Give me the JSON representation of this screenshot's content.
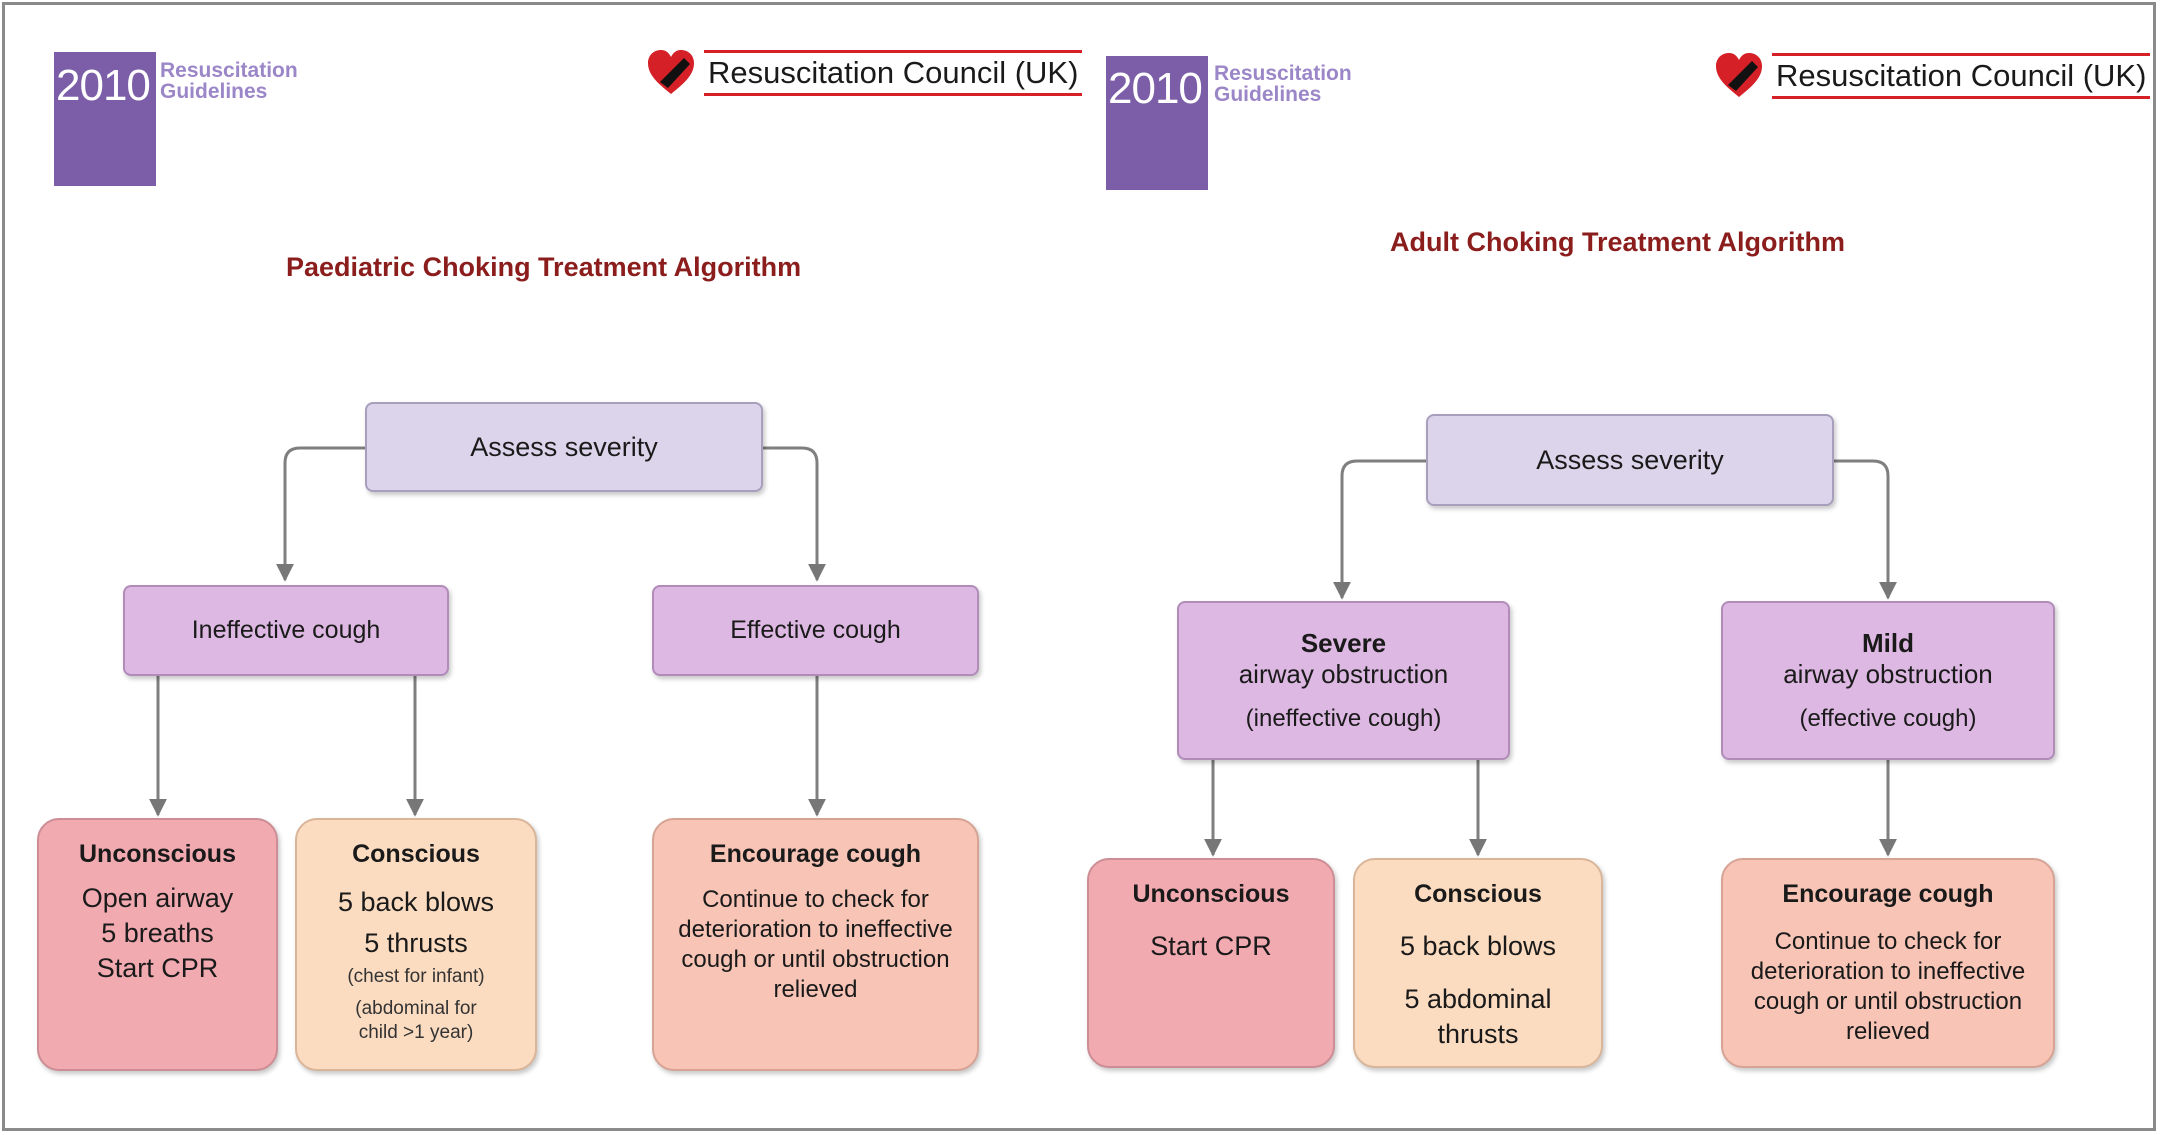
{
  "left": {
    "logo": {
      "year": "2010",
      "line1": "Resuscitation",
      "line2": "Guidelines"
    },
    "council": "Resuscitation Council (UK)",
    "title": "Paediatric Choking Treatment Algorithm",
    "assess": "Assess severity",
    "ineffective": "Ineffective cough",
    "effective": "Effective cough",
    "unconscious": {
      "heading": "Unconscious",
      "lines": [
        "Open airway",
        "5 breaths",
        "Start CPR"
      ]
    },
    "conscious": {
      "heading": "Conscious",
      "line1": "5 back blows",
      "line2": "5 thrusts",
      "note1": "(chest for infant)",
      "note2": "(abdominal for",
      "note3": "child >1 year)"
    },
    "encourage": {
      "heading": "Encourage cough",
      "lines": [
        "Continue to check for",
        "deterioration to ineffective",
        "cough or until obstruction",
        "relieved"
      ]
    }
  },
  "right": {
    "logo": {
      "year": "2010",
      "line1": "Resuscitation",
      "line2": "Guidelines"
    },
    "council": "Resuscitation Council (UK)",
    "title": "Adult Choking Treatment Algorithm",
    "assess": "Assess severity",
    "severe": {
      "heading": "Severe",
      "line1": "airway obstruction",
      "line2": "(ineffective cough)"
    },
    "mild": {
      "heading": "Mild",
      "line1": "airway obstruction",
      "line2": "(effective cough)"
    },
    "unconscious": {
      "heading": "Unconscious",
      "line1": "Start CPR"
    },
    "conscious": {
      "heading": "Conscious",
      "line1": "5 back blows",
      "line2": "5 abdominal",
      "line3": "thrusts"
    },
    "encourage": {
      "heading": "Encourage cough",
      "lines": [
        "Continue to check for",
        "deterioration to ineffective",
        "cough or until obstruction",
        "relieved"
      ]
    }
  },
  "colors": {
    "logo_purple": "#7b5ea7",
    "title_red": "#8b1d1d",
    "assess_fill": "#dcd4ea",
    "cough_fill": "#ddb8e2",
    "unconscious_fill": "#f2aab1",
    "conscious_fill": "#fcdcc0",
    "encourage_fill": "#f7c4b6",
    "council_red": "#d42026"
  }
}
